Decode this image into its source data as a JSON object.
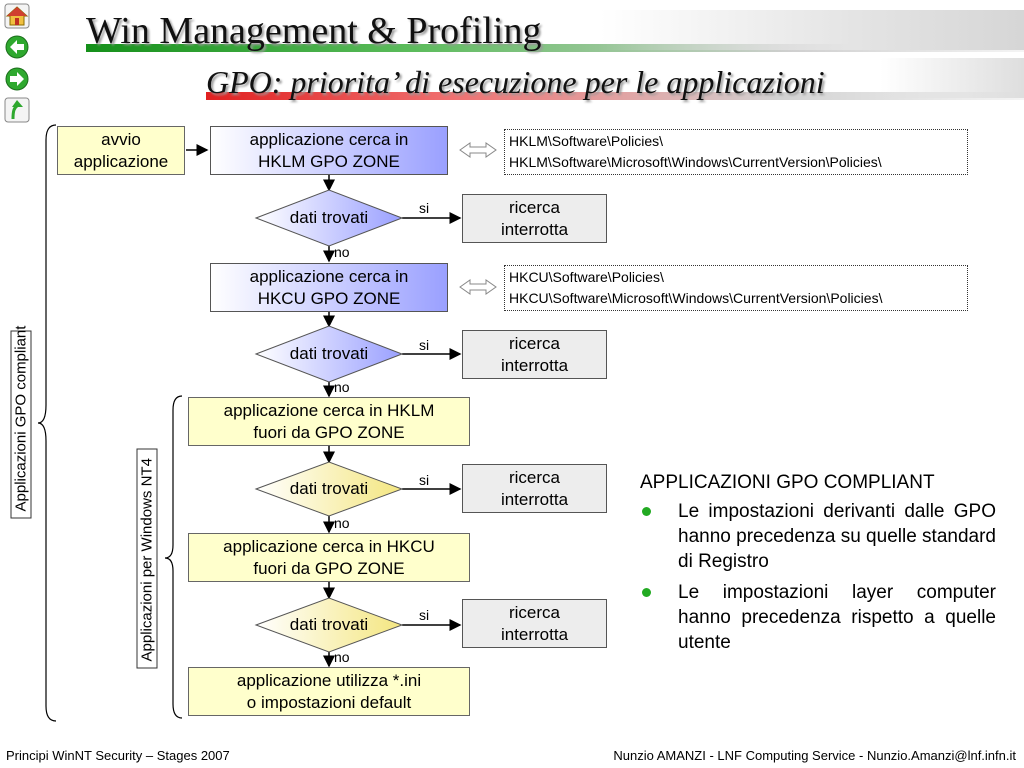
{
  "header": {
    "title": "Win Management & Profiling",
    "subtitle": "GPO: priorita’ di esecuzione per le applicazioni"
  },
  "nav_icons": [
    "home-icon",
    "back-arrow-icon",
    "forward-arrow-icon",
    "return-up-icon"
  ],
  "flow": {
    "start": [
      "avvio",
      "applicazione"
    ],
    "step_hklm_gpo": [
      "applicazione cerca in",
      "HKLM GPO ZONE"
    ],
    "step_hkcu_gpo": [
      "applicazione cerca in",
      "HKCU GPO ZONE"
    ],
    "step_hklm_out": [
      "applicazione cerca in HKLM",
      "fuori da GPO ZONE"
    ],
    "step_hkcu_out": [
      "applicazione cerca in HKCU",
      "fuori da GPO ZONE"
    ],
    "step_default": [
      "applicazione utilizza *.ini",
      "o impostazioni default"
    ],
    "decision_label": "dati trovati",
    "yes_label": "si",
    "no_label": "no",
    "stop": [
      "ricerca",
      "interrotta"
    ],
    "reg_hklm": [
      "HKLM\\Software\\Policies\\",
      "HKLM\\Software\\Microsoft\\Windows\\CurrentVersion\\Policies\\"
    ],
    "reg_hkcu": [
      "HKCU\\Software\\Policies\\",
      "HKCU\\Software\\Microsoft\\Windows\\CurrentVersion\\Policies\\"
    ],
    "group_gpo": "Applicazioni GPO compliant",
    "group_nt4": "Applicazioni per Windows NT4"
  },
  "panel": {
    "heading": "APPLICAZIONI GPO COMPLIANT",
    "bullets": [
      "Le impostazioni derivanti dalle GPO hanno precedenza su quelle standard di Registro",
      "Le impostazioni layer computer hanno precedenza rispetto a quelle utente"
    ]
  },
  "footer": {
    "left": "Principi WinNT Security – Stages 2007",
    "right": "Nunzio AMANZI - LNF Computing Service - Nunzio.Amanzi@lnf.infn.it"
  },
  "colors": {
    "accent_green": "#22aa22",
    "accent_red": "#e02020",
    "box_yellow": "#ffffcc",
    "box_blue": "#9aa0ff",
    "box_gray": "#ededed"
  }
}
